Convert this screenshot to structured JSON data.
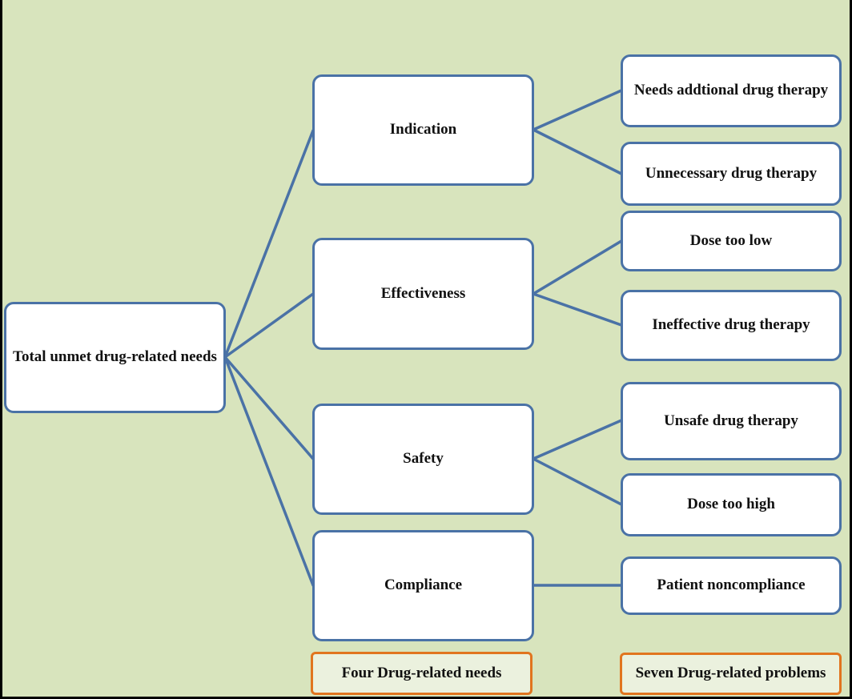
{
  "root": {
    "label": "Total unmet drug-related needs"
  },
  "needs": [
    {
      "label": "Indication"
    },
    {
      "label": "Effectiveness"
    },
    {
      "label": "Safety"
    },
    {
      "label": "Compliance"
    }
  ],
  "problems": [
    {
      "label": "Needs addtional drug therapy"
    },
    {
      "label": "Unnecessary drug therapy"
    },
    {
      "label": "Dose too low"
    },
    {
      "label": "Ineffective drug therapy"
    },
    {
      "label": "Unsafe drug therapy"
    },
    {
      "label": "Dose too high"
    },
    {
      "label": "Patient noncompliance"
    }
  ],
  "summary": {
    "needs_label": "Four Drug-related needs",
    "problems_label": "Seven Drug-related problems"
  },
  "colors": {
    "background": "#d8e4bd",
    "node_border": "#4a72a6",
    "connector": "#4a72a6",
    "summary_border": "#e1751f",
    "summary_fill": "#ebf1de"
  }
}
